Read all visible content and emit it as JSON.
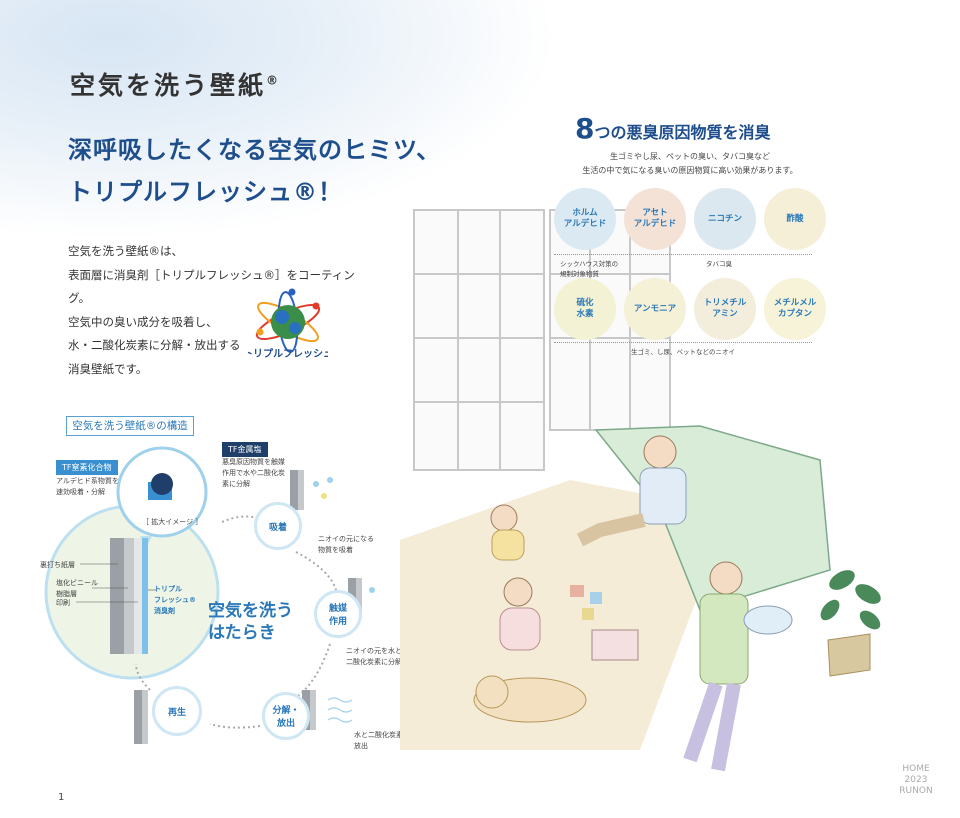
{
  "header": {
    "title": "空気を洗う壁紙",
    "title_mark": "®",
    "headline_line1": "深呼吸したくなる空気のヒミツ、",
    "headline_line2": "トリプルフレッシュ®！"
  },
  "intro": {
    "lines": [
      "空気を洗う壁紙®は、",
      "表面層に消臭剤［トリプルフレッシュ®］をコーティング。",
      "空気中の臭い成分を吸着し、",
      "水・二酸化炭素に分解・放出する",
      "消臭壁紙です。"
    ],
    "logo_text": "トリプルフレッシュ"
  },
  "structure": {
    "label": "空気を洗う壁紙®の構造",
    "tag_tf_metal": "TF金属塩",
    "note_tf_metal": [
      "悪臭原因物質を触媒",
      "作用で水や二酸化炭",
      "素に分解"
    ],
    "tag_tf_nitrogen": "TF窒素化合物",
    "note_tf_nitrogen": [
      "アルデヒド系物質を",
      "速効吸着・分解"
    ],
    "zoom_label": "［ 拡大イメージ ］",
    "layers": [
      "裏打ち紙層",
      "塩化ビニール",
      "樹脂層",
      "印刷"
    ],
    "coating_label": [
      "トリプル",
      "フレッシュ®",
      "消臭剤"
    ],
    "cycle_title_1": "空気を洗う",
    "cycle_title_2": "はたらき",
    "step_adsorb": "吸着",
    "step_adsorb_note": [
      "ニオイの元になる",
      "物質を吸着"
    ],
    "step_catalyst": [
      "触媒",
      "作用"
    ],
    "step_catalyst_note": [
      "ニオイの元を水と",
      "二酸化炭素に分解"
    ],
    "step_release": [
      "分解・",
      "放出"
    ],
    "step_release_note": [
      "水と二酸化炭素を",
      "放出"
    ],
    "step_regen": "再生"
  },
  "odors": {
    "title_num": "8",
    "title_text": "つの悪臭原因物質を消臭",
    "sub_line1": "生ゴミやし尿、ペットの臭い、タバコ臭など",
    "sub_line2": "生活の中で気になる臭いの原因物質に高い効果があります。",
    "row1": [
      {
        "label": "ホルム\nアルデヒド",
        "color": "#dbeaf2"
      },
      {
        "label": "アセト\nアルデヒド",
        "color": "#f4e2d6"
      },
      {
        "label": "ニコチン",
        "color": "#dce8f0"
      },
      {
        "label": "酢酸",
        "color": "#f5efd8"
      }
    ],
    "row1_note_left": "シックハウス対策の\n規制対象物質",
    "row1_note_right": "タバコ臭",
    "row2": [
      {
        "label": "硫化\n水素",
        "color": "#f4f2d4"
      },
      {
        "label": "アンモニア",
        "color": "#f5f1d6"
      },
      {
        "label": "トリメチル\nアミン",
        "color": "#f3eedb"
      },
      {
        "label": "メチルメル\nカプタン",
        "color": "#f6f3d9"
      }
    ],
    "row2_note": "生ゴミ、し尿、ペットなどのニオイ"
  },
  "footer": {
    "page_number": "1",
    "brand_lines": [
      "HOME",
      "2023",
      "RUNON"
    ]
  },
  "colors": {
    "accent_blue": "#1e4e8c",
    "light_blue": "#2a78b8",
    "tag_navy": "#1f3f6a",
    "tag_sky": "#3a8fd0"
  }
}
